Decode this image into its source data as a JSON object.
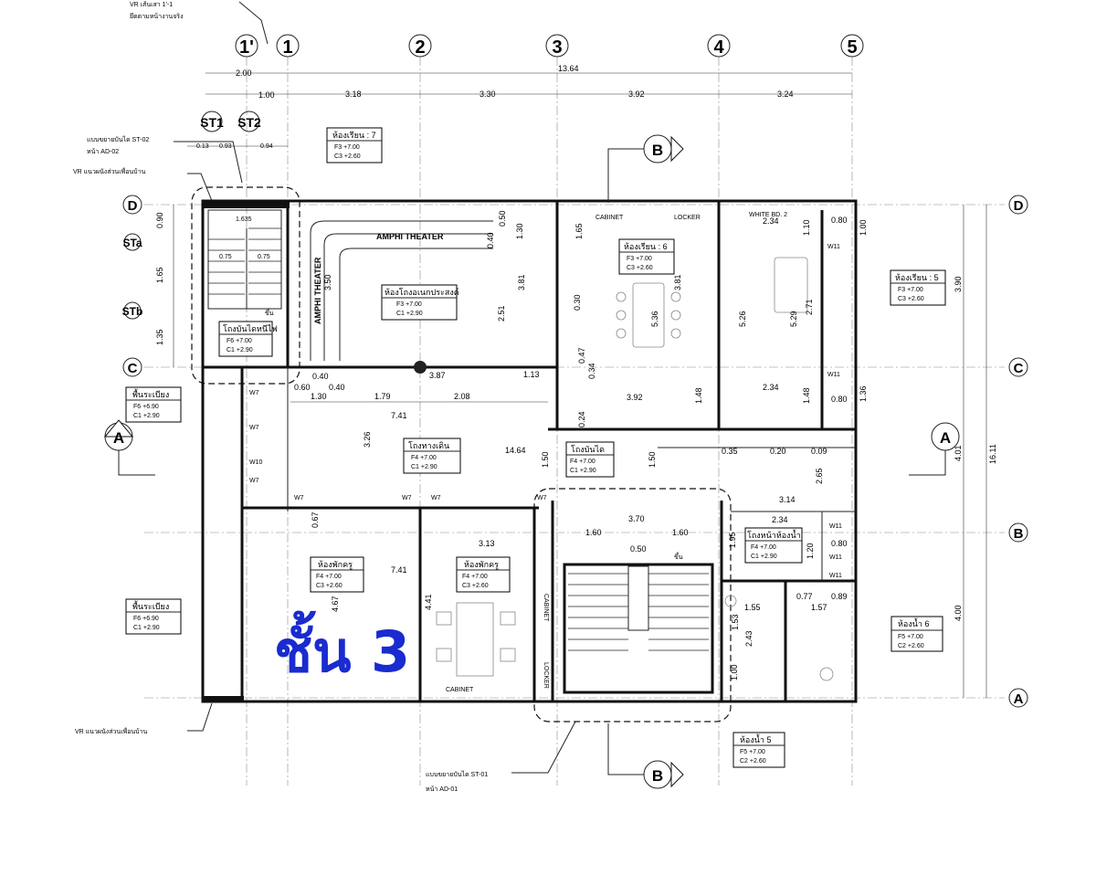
{
  "colors": {
    "line": "#111111",
    "title": "#1a2bd0",
    "background": "#ffffff"
  },
  "top_note": {
    "line1": "VR เส้นเสา 1'-1",
    "line2": "ยึดตามหน้างานจริง"
  },
  "grid_columns": [
    "1'",
    "1",
    "2",
    "3",
    "4",
    "5"
  ],
  "grid_rows": [
    "D",
    "C",
    "B",
    "A"
  ],
  "stair_tags": [
    "ST1",
    "ST2",
    "STa",
    "STb"
  ],
  "dims_top": {
    "overall": "13.64",
    "segment_2_00": "2.00",
    "segment_1_00": "1.00",
    "segments": [
      "3.18",
      "3.30",
      "3.92",
      "3.24"
    ],
    "stair_splits": [
      "0.13",
      "0.93",
      "0.94"
    ]
  },
  "dims_left": [
    "0.90",
    "1.65",
    "1.35"
  ],
  "dims_right": [
    "3.90",
    "4.01",
    "4.00"
  ],
  "dim_right_total": "16.11",
  "notes": {
    "stair_detail_top": {
      "line1": "แบบขยายบันได ST-02",
      "line2": "หน้า AD-02"
    },
    "vr_top": "VR แนวผนังส่วนเพื่อนบ้าน",
    "vr_bottom": "VR แนวผนังส่วนเพื่อนบ้าน",
    "stair_detail_bottom": {
      "line1": "แบบขยายบันได ST-01",
      "line2": "หน้า AD-01"
    }
  },
  "rooms": [
    {
      "name": "ห้องเรียน : 7",
      "l1": "F3 +7.00",
      "l2": "C3 +2.60"
    },
    {
      "name": "ห้องเรียน : 6",
      "l1": "F3 +7.00",
      "l2": "C3 +2.60"
    },
    {
      "name": "ห้องเรียน : 5",
      "l1": "F3 +7.00",
      "l2": "C3 +2.60"
    },
    {
      "name": "ห้องโถงอเนกประสงค์",
      "l1": "F3 +7.00",
      "l2": "C1 +2.90"
    },
    {
      "name": "โถงบันไดหนีไฟ",
      "l1": "F6 +7.00",
      "l2": "C1 +2.90"
    },
    {
      "name": "พื้นระเบียง",
      "l1": "F6 +6.90",
      "l2": "C1 +2.90"
    },
    {
      "name": "โถงทางเดิน",
      "l1": "F4 +7.00",
      "l2": "C1 +2.90"
    },
    {
      "name": "โถงบันได",
      "l1": "F4 +7.00",
      "l2": "C1 +2.90"
    },
    {
      "name": "โถงหน้าห้องน้ำ",
      "l1": "F4 +7.00",
      "l2": "C1 +2.90"
    },
    {
      "name": "ห้องพักครู",
      "l1": "F4 +7.00",
      "l2": "C3 +2.60"
    },
    {
      "name": "ห้องพักครู",
      "l1": "F4 +7.00",
      "l2": "C3 +2.60"
    },
    {
      "name": "พื้นระเบียง",
      "l1": "F6 +6.90",
      "l2": "C1 +2.90"
    },
    {
      "name": "ห้องน้ำ 6",
      "l1": "F5 +7.00",
      "l2": "C2 +2.60"
    },
    {
      "name": "ห้องน้ำ 5",
      "l1": "F5 +7.00",
      "l2": "C2 +2.60"
    }
  ],
  "labels": {
    "amphi_h": "AMPHI THEATER",
    "amphi_v": "AMPHI THEATER",
    "cabinet_top": "CABINET",
    "locker_top": "LOCKER",
    "white_board": "WHITE BD. 2",
    "cabinet_v": "CABINET",
    "locker_v": "LOCKER",
    "cabinet_bottom": "CABINET",
    "up": "ขึ้น",
    "up2": "ขึ้น"
  },
  "interior_dims": {
    "d1_635": "1.635",
    "d0_75a": "0.75",
    "d0_75b": "0.75",
    "d3_50": "3.50",
    "d0_40a": "0.40",
    "d0_60": "0.60",
    "d1_30": "1.30",
    "d0_40b": "0.40",
    "d3_87": "3.87",
    "d1_79": "1.79",
    "d2_08": "2.08",
    "d1_13": "1.13",
    "d7_41a": "7.41",
    "d3_26": "3.26",
    "d14_64": "14.64",
    "d3_81a": "3.81",
    "d2_51": "2.51",
    "d0_50": "0.50",
    "d0_40c": "0.40",
    "d1_30b": "1.30",
    "d0_30": "0.30",
    "d0_47": "0.47",
    "d0_34": "0.34",
    "d0_24": "0.24",
    "d1_65": "1.65",
    "d3_81b": "3.81",
    "d5_36": "5.36",
    "d5_26": "5.26",
    "d5_29": "5.29",
    "d2_71": "2.71",
    "d2_34a": "2.34",
    "d0_80a": "0.80",
    "d1_00a": "1.00",
    "d1_10": "1.10",
    "d3_92": "3.92",
    "d1_48a": "1.48",
    "d2_34b": "2.34",
    "d1_48b": "1.48",
    "d0_80b": "0.80",
    "d1_36": "1.36",
    "d0_35": "0.35",
    "d0_20": "0.20",
    "d0_09": "0.09",
    "d1_50a": "1.50",
    "d1_50b": "1.50",
    "d2_65": "2.65",
    "d3_14": "3.14",
    "d2_34c": "2.34",
    "d3_70": "3.70",
    "d1_60a": "1.60",
    "d1_60b": "1.60",
    "d0_50b": "0.50",
    "d0_67": "0.67",
    "d7_41b": "7.41",
    "d3_13": "3.13",
    "d4_67": "4.67",
    "d4_41": "4.41",
    "d1_95": "1.95",
    "d0_80c": "0.80",
    "d1_20": "1.20",
    "d0_77": "0.77",
    "d0_89": "0.89",
    "d1_55": "1.55",
    "d1_57": "1.57",
    "d1_53": "1.53",
    "d2_43": "2.43",
    "d1_00b": "1.00"
  },
  "window_tags": [
    "W7",
    "W7",
    "W10",
    "W7",
    "W7",
    "W7",
    "W7",
    "W7",
    "W11",
    "W11",
    "W11",
    "W11",
    "W11"
  ],
  "section_marks": [
    "A",
    "A",
    "B",
    "B"
  ],
  "floor_title": "ชั้น 3"
}
